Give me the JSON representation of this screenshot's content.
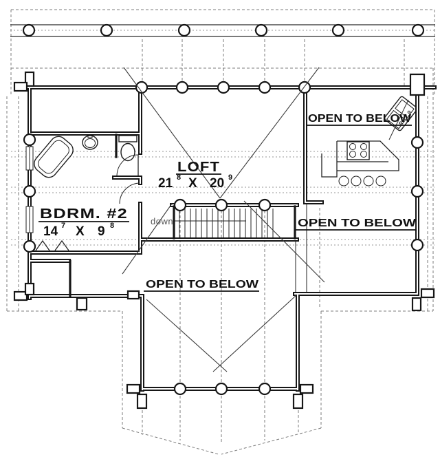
{
  "drawing": {
    "type": "floor-plan",
    "level": "loft-level",
    "rooms": {
      "loft": {
        "name": "LOFT",
        "width_ft": "21",
        "width_in": "8",
        "times": "X",
        "depth_ft": "20",
        "depth_in": "9"
      },
      "bedroom2": {
        "name": "BDRM. #2",
        "width_ft": "14",
        "width_in": "7",
        "times": "X",
        "depth_ft": "9",
        "depth_in": "8"
      }
    },
    "annotations": {
      "open_to_below_kitchen": "OPEN TO BELOW",
      "open_to_below_right": "OPEN TO BELOW",
      "open_to_below_bottom": "OPEN TO BELOW",
      "stairs_direction": "down"
    },
    "fixtures": [
      "bathtub",
      "bath-sink",
      "toilet",
      "bath-door",
      "closet-bifold-doors",
      "staircase",
      "kitchen-island",
      "cooktop",
      "bar-stools",
      "double-sink",
      "log-post",
      "log-corner-crossing"
    ],
    "colors": {
      "ink": "#161616",
      "paper": "#ffffff",
      "dashed_roof": "#7b7b7b"
    }
  }
}
